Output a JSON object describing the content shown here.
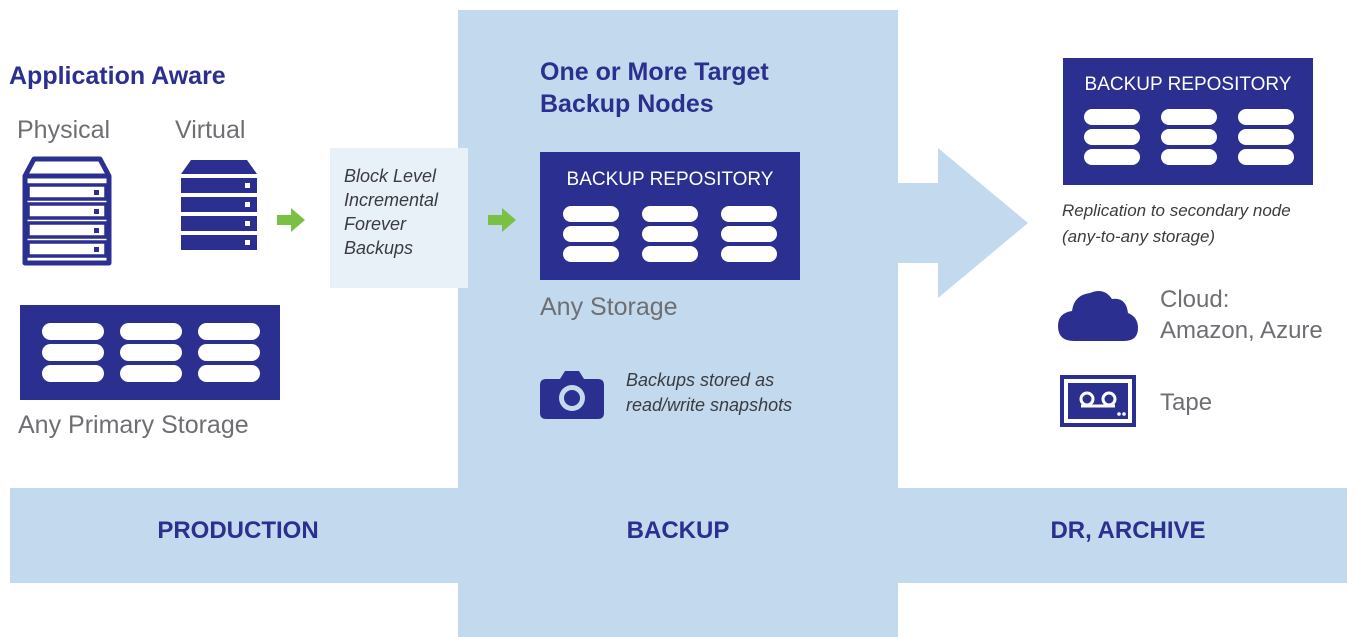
{
  "production": {
    "heading": "Application Aware",
    "physical_label": "Physical",
    "virtual_label": "Virtual",
    "primary_storage_label": "Any Primary Storage",
    "band_label": "PRODUCTION"
  },
  "transfer": {
    "description_lines": [
      "Block Level",
      "Incremental",
      "Forever",
      "Backups"
    ]
  },
  "backup": {
    "heading_lines": [
      "One or More Target",
      "Backup Nodes"
    ],
    "repository_label": "BACKUP REPOSITORY",
    "storage_label": "Any Storage",
    "snapshot_lines": [
      "Backups stored as",
      "read/write snapshots"
    ],
    "band_label": "BACKUP"
  },
  "dr": {
    "repository_label": "BACKUP REPOSITORY",
    "replication_lines": [
      "Replication to secondary node",
      "(any-to-any storage)"
    ],
    "cloud_lines": [
      "Cloud:",
      "Amazon, Azure"
    ],
    "tape_label": "Tape",
    "band_label": "DR, ARCHIVE"
  },
  "colors": {
    "navy": "#2b2f8f",
    "light_blue": "#c3d9ee",
    "green_arrow": "#7ac143",
    "gray_text": "#6d6f73"
  }
}
